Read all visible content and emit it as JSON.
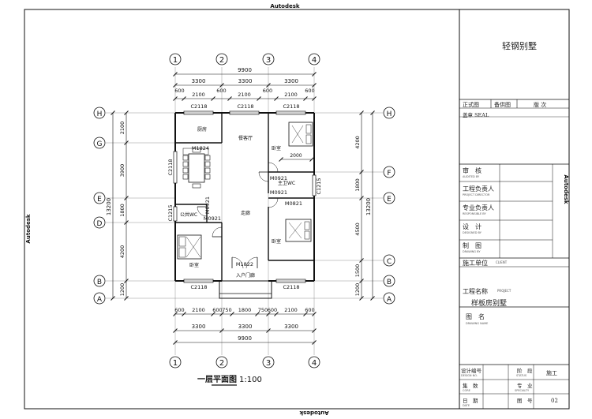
{
  "watermark": {
    "top": "Autodesk",
    "bottom": "Autodesk",
    "left": "Autodesk",
    "right": "Autodesk"
  },
  "grid": {
    "columns": [
      "1",
      "2",
      "3",
      "4"
    ],
    "rows": [
      "H",
      "G",
      "F",
      "E",
      "D",
      "C",
      "B",
      "A"
    ]
  },
  "dimensions": {
    "top_total": "9900",
    "top_bays": [
      "3300",
      "3300",
      "3300"
    ],
    "top_openings": [
      "600",
      "2100",
      "600",
      "2100",
      "600",
      "2100",
      "600"
    ],
    "bottom_openings": [
      "600",
      "2100",
      "600",
      "750",
      "1800",
      "750",
      "600",
      "2100",
      "600"
    ],
    "bottom_bays": [
      "3300",
      "3300",
      "3300"
    ],
    "bottom_total": "9900",
    "left_bays": [
      "2100",
      "3900",
      "1800",
      "4200",
      "1200"
    ],
    "left_total": "13200",
    "right_bays": [
      "4200",
      "1800",
      "4500",
      "1500",
      "1200"
    ],
    "right_total": "13200"
  },
  "plan_labels": {
    "window_c2118": "C2118",
    "window_c1215": "C1215",
    "door_m1824": "M1824",
    "door_m0921": "M0921",
    "door_m0821": "M0821",
    "door_m1822": "M1822",
    "kitchen": "厨房",
    "dining": "餐客厅",
    "bedroom": "卧室",
    "master_wc": "主卫WC",
    "public_wc": "公共WC",
    "corridor": "走廊",
    "entrance": "入户门廊",
    "bed_width": "2000"
  },
  "drawing_title": "一层平面图",
  "drawing_scale": "1:100",
  "title_block": {
    "project_title": "轻钢别墅",
    "approval_headers": [
      "正式图",
      "备供图",
      "版 次"
    ],
    "seal_label": "盖章 SEAL",
    "signatures": [
      {
        "cn": "审　核",
        "en": "AUDITED BY"
      },
      {
        "cn": "工程负责人",
        "en": "PROJECT DIRECTOR"
      },
      {
        "cn": "专业负责人",
        "en": "RESPONSIBLE BY"
      },
      {
        "cn": "设　计",
        "en": "DESIGNED BY"
      },
      {
        "cn": "制　图",
        "en": "DRAWING BY"
      }
    ],
    "client_cn": "施工单位",
    "client_en": "CLIENT",
    "project_name_cn": "工程名称",
    "project_name_en": "PROJECT",
    "project_name_value": "样板房别墅",
    "drawing_name_cn": "图　名",
    "drawing_name_en": "DRAWING NAME",
    "footer": {
      "design_no_cn": "设计编号",
      "design_no_en": "DESIGN NO.",
      "stage_cn": "阶　段",
      "stage_en": "STATUS",
      "stage_value": "施工",
      "set_cn": "集　数",
      "set_en": "CORE",
      "discipline_cn": "专　业",
      "discipline_en": "SPECIALTY",
      "date_cn": "日　期",
      "date_en": "DATE",
      "sheet_cn": "图　号",
      "sheet_value": "02"
    }
  }
}
